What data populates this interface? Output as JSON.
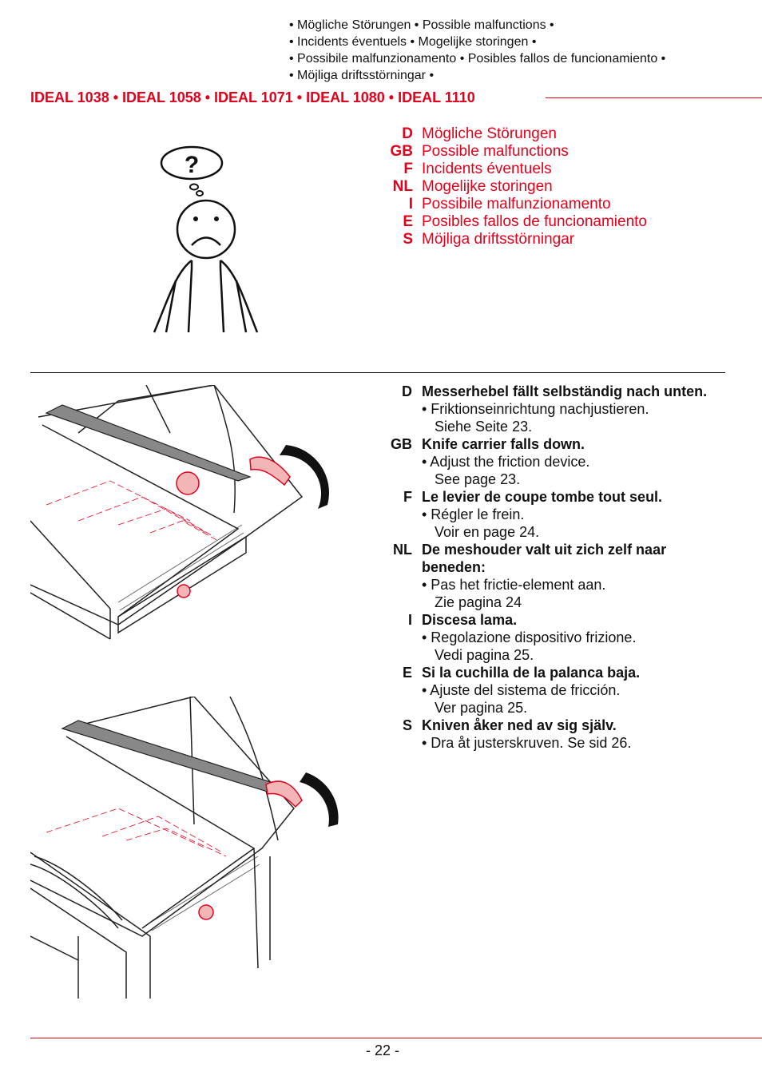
{
  "header": {
    "lines": [
      "• Mögliche Störungen • Possible malfunctions •",
      "• Incidents éventuels • Mogelijke storingen •",
      "• Possibile malfunzionamento • Posibles fallos de funcionamiento •",
      "• Möjliga driftsstörningar •"
    ],
    "models": "IDEAL 1038 • IDEAL 1058 • IDEAL 1071 • IDEAL 1080 • IDEAL 1110"
  },
  "languages": [
    {
      "code": "D",
      "text": "Mögliche Störungen"
    },
    {
      "code": "GB",
      "text": "Possible malfunctions"
    },
    {
      "code": "F",
      "text": "Incidents éventuels"
    },
    {
      "code": "NL",
      "text": "Mogelijke storingen"
    },
    {
      "code": "I",
      "text": "Possibile malfunzionamento"
    },
    {
      "code": "E",
      "text": "Posibles fallos de funcionamiento"
    },
    {
      "code": "S",
      "text": "Möjliga driftsstörningar"
    }
  ],
  "question_mark": "?",
  "instructions": [
    {
      "code": "D",
      "heading": "Messerhebel fällt selbständig nach unten.",
      "action": "• Friktionseinrichtung nachjustieren.",
      "ref": "Siehe Seite 23."
    },
    {
      "code": "GB",
      "heading": "Knife carrier falls down.",
      "action": "•  Adjust the friction device.",
      "ref": "See page 23."
    },
    {
      "code": "F",
      "heading": "Le levier de coupe tombe tout seul.",
      "action": "• Régler le frein.",
      "ref": "Voir en page 24."
    },
    {
      "code": "NL",
      "heading": "De meshouder valt uit zich zelf naar beneden:",
      "action": "• Pas het frictie-element aan.",
      "ref": "Zie pagina 24"
    },
    {
      "code": "I",
      "heading": "Discesa lama.",
      "action": "• Regolazione dispositivo frizione.",
      "ref": "Vedi pagina 25."
    },
    {
      "code": "E",
      "heading": "Si la cuchilla de la palanca baja.",
      "action": "•  Ajuste del sistema de fricción.",
      "ref": " Ver pagina 25."
    },
    {
      "code": "S",
      "heading": "Kniven åker ned av sig själv.",
      "action": "•  Dra åt justerskruven. Se sid 26.",
      "ref": ""
    }
  ],
  "footer": {
    "page": "- 22 -"
  },
  "colors": {
    "accent": "#e3001b",
    "ink": "#111111"
  }
}
